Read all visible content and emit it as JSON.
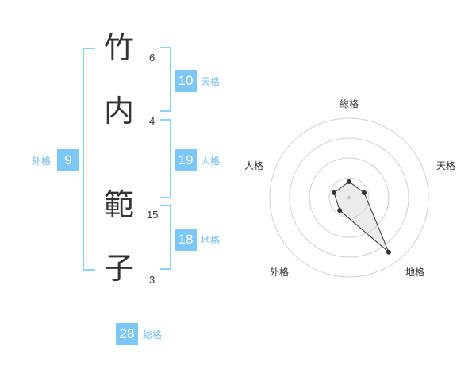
{
  "name": {
    "chars": [
      {
        "char": "竹",
        "strokes": "6"
      },
      {
        "char": "内",
        "strokes": "4"
      },
      {
        "char": "範",
        "strokes": "15"
      },
      {
        "char": "子",
        "strokes": "3"
      }
    ]
  },
  "fortune": {
    "tenkaku": {
      "value": "10",
      "label": "天格"
    },
    "jinkaku": {
      "value": "19",
      "label": "人格"
    },
    "chikaku": {
      "value": "18",
      "label": "地格"
    },
    "gaikaku": {
      "value": "9",
      "label": "外格"
    },
    "soukaku": {
      "value": "28",
      "label": "総格"
    }
  },
  "colors": {
    "accent": "#7cc7f5",
    "bracket": "#8fd0f7",
    "label": "#6cbcef",
    "text": "#333333",
    "ring": "#d0d0d0"
  },
  "chart_data": {
    "type": "radar",
    "axes": [
      "総格",
      "天格",
      "地格",
      "外格",
      "人格"
    ],
    "rings": 4,
    "values_fraction": [
      0.2,
      0.2,
      0.85,
      0.2,
      0.2
    ]
  }
}
